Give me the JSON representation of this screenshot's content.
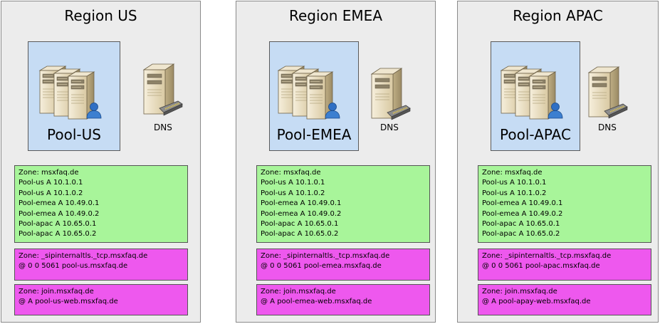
{
  "regions": [
    {
      "title": "Region US",
      "pool_label": "Pool-US",
      "dns_label": "DNS",
      "zone_main": [
        "Zone: msxfaq.de",
        "Pool-us A 10.1.0.1",
        "Pool-us A 10.1.0.2",
        "Pool-emea A 10.49.0.1",
        "Pool-emea A 10.49.0.2",
        "Pool-apac A 10.65.0.1",
        "Pool-apac A 10.65.0.2"
      ],
      "zone_srv": [
        "Zone: _sipinternaltls._tcp.msxfaq.de",
        "@ 0 0 5061 pool-us.msxfaq.de"
      ],
      "zone_join": [
        "Zone: join.msxfaq.de",
        "@  A pool-us-web.msxfaq.de"
      ]
    },
    {
      "title": "Region EMEA",
      "pool_label": "Pool-EMEA",
      "dns_label": "DNS",
      "zone_main": [
        "Zone: msxfaq.de",
        "Pool-us A 10.1.0.1",
        "Pool-us A 10.1.0.2",
        "Pool-emea A 10.49.0.1",
        "Pool-emea A 10.49.0.2",
        "Pool-apac A 10.65.0.1",
        "Pool-apac A 10.65.0.2"
      ],
      "zone_srv": [
        "Zone: _sipinternaltls._tcp.msxfaq.de",
        "@ 0 0 5061 pool-emea.msxfaq.de"
      ],
      "zone_join": [
        "Zone: join.msxfaq.de",
        "@  A pool-emea-web.msxfaq.de"
      ]
    },
    {
      "title": "Region APAC",
      "pool_label": "Pool-APAC",
      "dns_label": "DNS",
      "zone_main": [
        "Zone: msxfaq.de",
        "Pool-us A 10.1.0.1",
        "Pool-us A 10.1.0.2",
        "Pool-emea A 10.49.0.1",
        "Pool-emea A 10.49.0.2",
        "Pool-apac A 10.65.0.1",
        "Pool-apac A 10.65.0.2"
      ],
      "zone_srv": [
        "Zone: _sipinternaltls._tcp.msxfaq.de",
        "@ 0 0 5061 pool-apac.msxfaq.de"
      ],
      "zone_join": [
        "Zone: join.msxfaq.de",
        "@  A pool-apay-web.msxfaq.de"
      ]
    }
  ],
  "colors": {
    "region_bg": "#ececec",
    "pool_bg": "#c6dcf4",
    "zone_green": "#a8f59a",
    "zone_magenta": "#ee58ee",
    "server_body": "#e8dcc0",
    "user_blue": "#3c7fd0"
  },
  "icons": {
    "pool": "server-pool-icon",
    "dns": "dns-server-icon",
    "user": "user-icon"
  }
}
